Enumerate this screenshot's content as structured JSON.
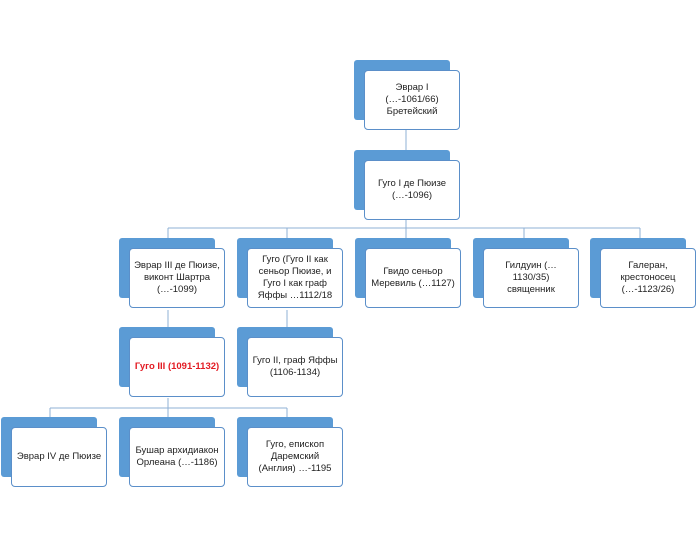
{
  "nodes": {
    "evrar1": "Эврар I (…-1061/66) Бретейский",
    "hugo1": "Гуго I де Пюизе (…-1096)",
    "evrar3": "Эврар III де Пюизе, виконт Шартра (…-1099)",
    "hugo_jaffa": "Гуго (Гуго II как сеньор Пюизе, и Гуго I как граф Яффы …1112/18",
    "guido": "Гвидо сеньор Меревиль (…1127)",
    "gilduin": "Гилдуин (…1130/35) священник",
    "galeran": "Галеран, крестоносец (…-1123/26)",
    "hugo3": "Гуго III (1091-1132)",
    "hugo2": "Гуго II, граф Яффы (1106-1134)",
    "evrar4": "Эврар IV де Пюизе",
    "bushar": "Бушар архидиакон Орлеана (…-1186)",
    "hugo_bishop": "Гуго, епископ Даремский (Англия) …-1195"
  },
  "colors": {
    "accent": "#5b9bd5",
    "border": "#5b8fc9",
    "connector": "#8fb0d6",
    "highlight_text": "#e31b23"
  }
}
